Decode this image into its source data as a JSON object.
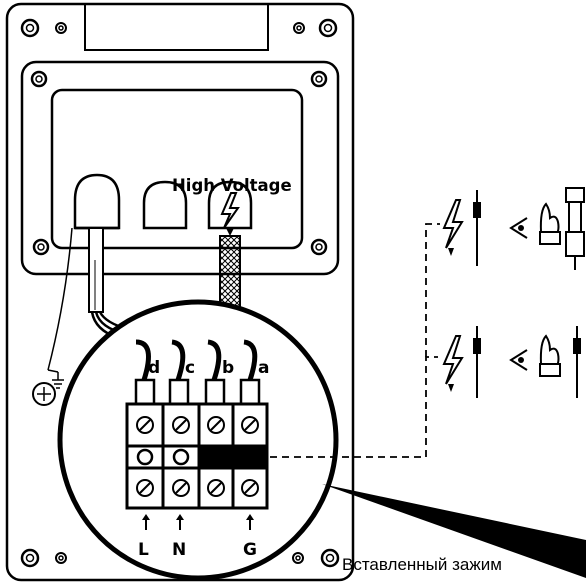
{
  "labels": {
    "high_voltage": "High Voltage",
    "caption": "Вставленный зажим",
    "terminals": [
      "d",
      "c",
      "b",
      "a"
    ],
    "supply": [
      "L",
      "N",
      "G"
    ]
  },
  "icons": [
    "lightning-icon",
    "ground-icon",
    "electrode-icon",
    "eye-icon",
    "flame-icon",
    "valve-icon"
  ],
  "colors": {
    "line": "#000000",
    "background": "#ffffff"
  }
}
